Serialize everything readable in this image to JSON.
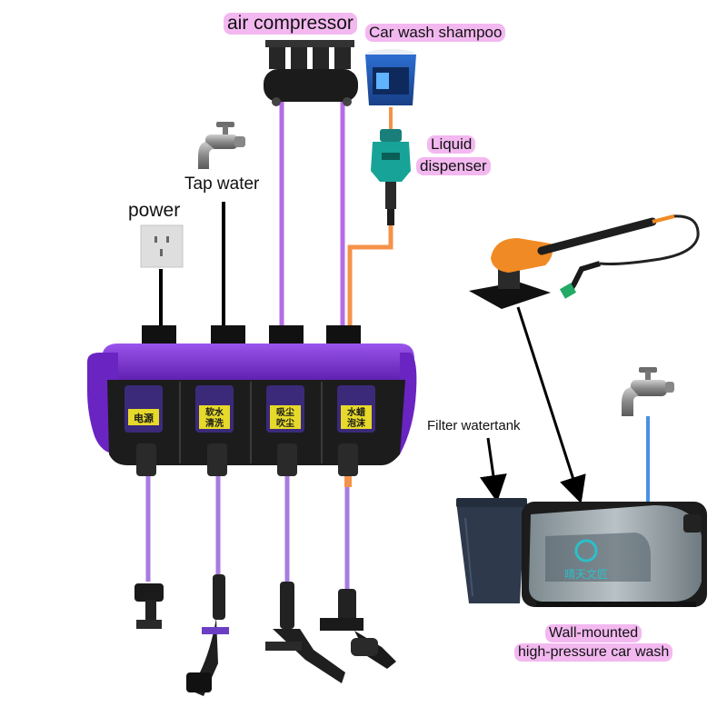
{
  "labels": {
    "air_compressor": "air compressor",
    "car_wash_shampoo": "Car wash shampoo",
    "liquid_dispenser_line1": "Liquid",
    "liquid_dispenser_line2": "dispenser",
    "tap_water": "Tap water",
    "power": "power",
    "filter_watertank": "Filter watertank",
    "wall_mounted_line1": "Wall-mounted",
    "wall_mounted_line2": "high-pressure car wash"
  },
  "reel_unit": {
    "panels": [
      {
        "text_line1": "电源",
        "text_line2": ""
      },
      {
        "text_line1": "软水",
        "text_line2": "清洗"
      },
      {
        "text_line1": "吸尘",
        "text_line2": "吹尘"
      },
      {
        "text_line1": "水蜡",
        "text_line2": "泡沫"
      }
    ]
  },
  "washer_brand": "晴天文匠",
  "colors": {
    "reel_purple": "#7b2fd6",
    "hose_purple": "#a77be0",
    "air_line": "#b46ce8",
    "foam_line": "#f5924a",
    "water_line": "#4a90e2",
    "label_highlight": "#f3b8f0"
  }
}
